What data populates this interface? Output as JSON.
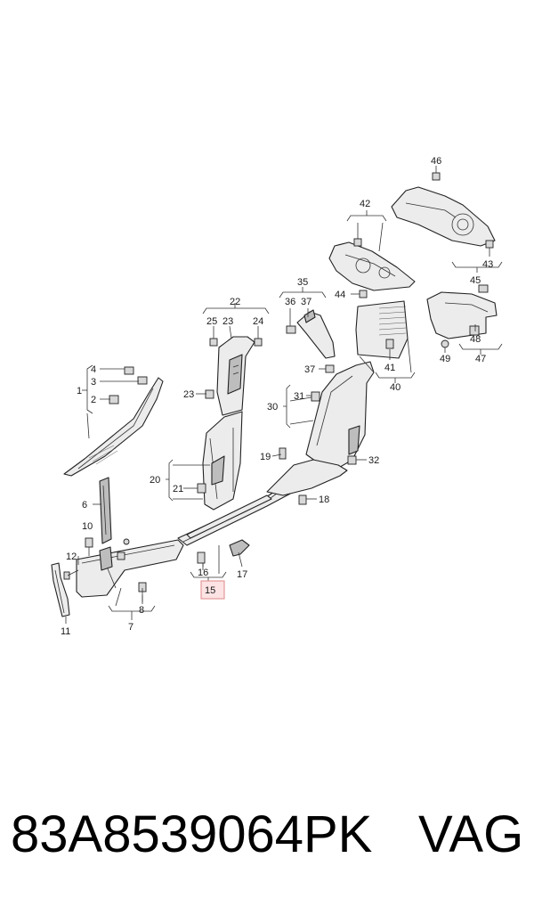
{
  "callouts": {
    "c1": "1",
    "c2": "2",
    "c3": "3",
    "c4": "4",
    "c6": "6",
    "c7": "7",
    "c8": "8",
    "c10": "10",
    "c11": "11",
    "c12": "12",
    "c15": "15",
    "c16": "16",
    "c17": "17",
    "c18": "18",
    "c19": "19",
    "c20": "20",
    "c21": "21",
    "c22": "22",
    "c23a": "23",
    "c23b": "23",
    "c24": "24",
    "c25": "25",
    "c30": "30",
    "c31": "31",
    "c32": "32",
    "c35": "35",
    "c36": "36",
    "c37a": "37",
    "c37b": "37",
    "c40": "40",
    "c41": "41",
    "c42": "42",
    "c43": "43",
    "c44": "44",
    "c45": "45",
    "c46": "46",
    "c47": "47",
    "c48": "48",
    "c49": "49"
  },
  "highlight_color": "#f2a0a0",
  "footer": {
    "part_number": "83A8539064PK",
    "brand": "VAG"
  }
}
